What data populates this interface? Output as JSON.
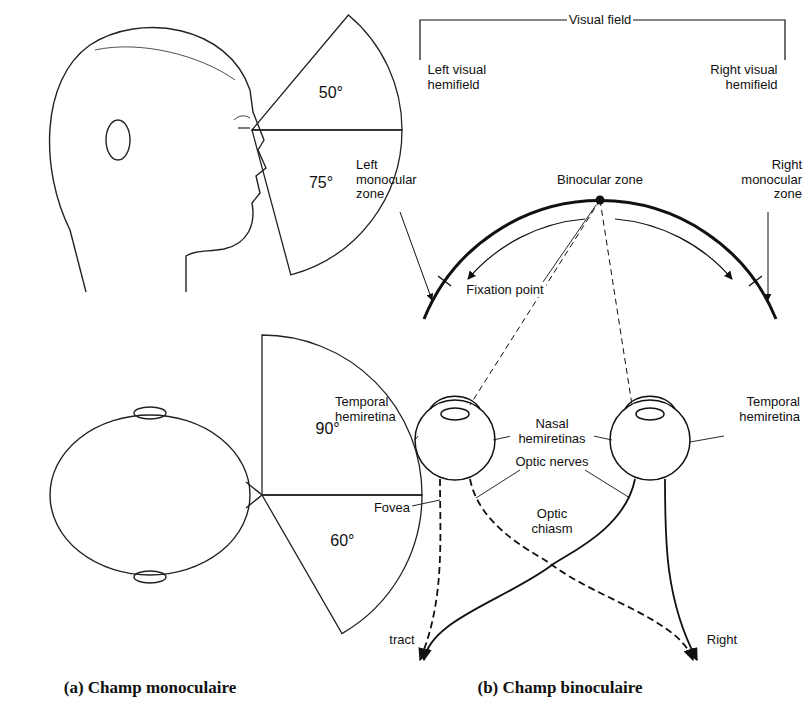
{
  "diagram": {
    "nodes": [
      {
        "text": [
          "50°"
        ]
      },
      {
        "text": [
          "75°"
        ]
      },
      {
        "text": [
          "90°"
        ]
      },
      {
        "text": [
          "60°"
        ]
      }
    ],
    "labels": [
      "Visual field",
      "Left visual hemifield",
      "Right visual hemifield",
      "Binocular zone",
      "Left monocular zone",
      "Right monocular zone",
      "Fixation point",
      "Temporal hemiretina",
      "Nasal hemiretinas",
      "Temporal hemiretina",
      "Fovea",
      "Optic nerves",
      "Optic chiasm",
      "tract",
      "Right",
      "(a) Champ monoculaire",
      "(b) Champ binoculaire"
    ]
  }
}
